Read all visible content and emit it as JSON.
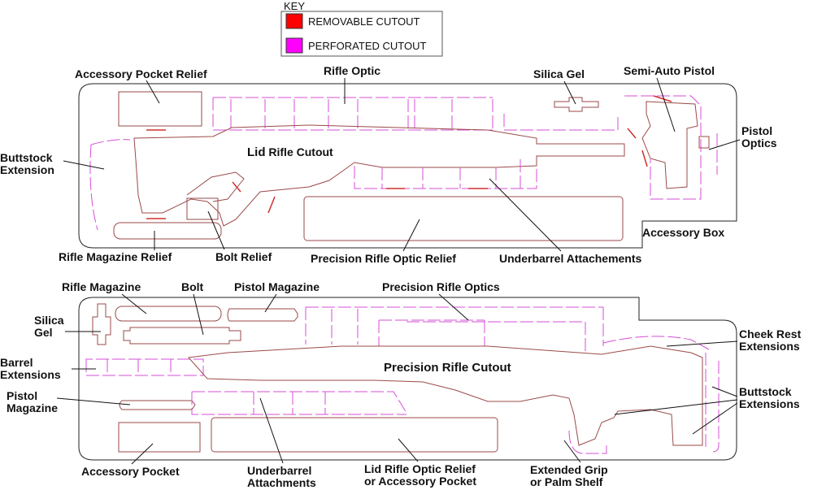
{
  "key": {
    "title": "KEY",
    "items": [
      {
        "label": "REMOVABLE CUTOUT",
        "color": "#ff0000"
      },
      {
        "label": "PERFORATED CUTOUT",
        "color": "#ff00ff"
      }
    ]
  },
  "lid_tray": {
    "center_prefix": "Lid",
    "center_rest": " Rifle Cutout",
    "labels": {
      "accessory_pocket_relief": "Accessory Pocket Relief",
      "rifle_optic": "Rifle Optic",
      "silica_gel": "Silica Gel",
      "semi_auto_pistol": "Semi-Auto Pistol",
      "buttstock_extension_1": "Buttstock",
      "buttstock_extension_2": "Extension",
      "pistol_optics_1": "Pistol",
      "pistol_optics_2": "Optics",
      "accessory_box": "Accessory Box",
      "rifle_magazine_relief": "Rifle Magazine Relief",
      "bolt_relief": "Bolt Relief",
      "precision_rifle_optic_relief": "Precision Rifle Optic Relief",
      "underbarrel_attachements": "Underbarrel Attachements"
    }
  },
  "base_tray": {
    "center_label": "Precision Rifle Cutout",
    "labels": {
      "rifle_magazine": "Rifle Magazine",
      "bolt": "Bolt",
      "pistol_magazine_top": "Pistol Magazine",
      "precision_rifle_optics": "Precision Rifle Optics",
      "silica_gel_1": "Silica",
      "silica_gel_2": "Gel",
      "barrel_extensions_1": "Barrel",
      "barrel_extensions_2": "Extensions",
      "cheek_rest_extensions_1": "Cheek Rest",
      "cheek_rest_extensions_2": "Extensions",
      "pistol_magazine_left_1": "Pistol",
      "pistol_magazine_left_2": "Magazine",
      "buttstock_extensions_1": "Buttstock",
      "buttstock_extensions_2": "Extensions",
      "accessory_pocket": "Accessory Pocket",
      "underbarrel_attachments_1": "Underbarrel",
      "underbarrel_attachments_2": "Attachments",
      "lid_optic_relief_1": "Lid Rifle Optic Relief",
      "lid_optic_relief_2": "or Accessory Pocket",
      "extended_grip_1": "Extended Grip",
      "extended_grip_2": "or Palm Shelf"
    }
  }
}
